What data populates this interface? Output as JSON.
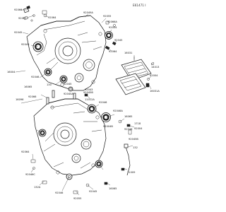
{
  "figure_number": "E61471 I",
  "labels": [
    "92066",
    "92049",
    "92064",
    "92049A",
    "92055",
    "92004",
    "92066A",
    "16031",
    "92045",
    "92043",
    "92064",
    "92045",
    "92046",
    "14013",
    "92004",
    "16031A",
    "16004",
    "130",
    "92045B",
    "16065",
    "92045",
    "16096",
    "92043",
    "11012A",
    "92046",
    "92045A",
    "92066",
    "92046A",
    "16065",
    "92004B",
    "92046",
    "92004",
    "1718",
    "92045B",
    "132",
    "11009",
    "92064",
    "92046C",
    "132A",
    "92046",
    "92055",
    "92045",
    "16065"
  ],
  "colors": {
    "line": "#1a1a1a",
    "background": "#ffffff"
  }
}
